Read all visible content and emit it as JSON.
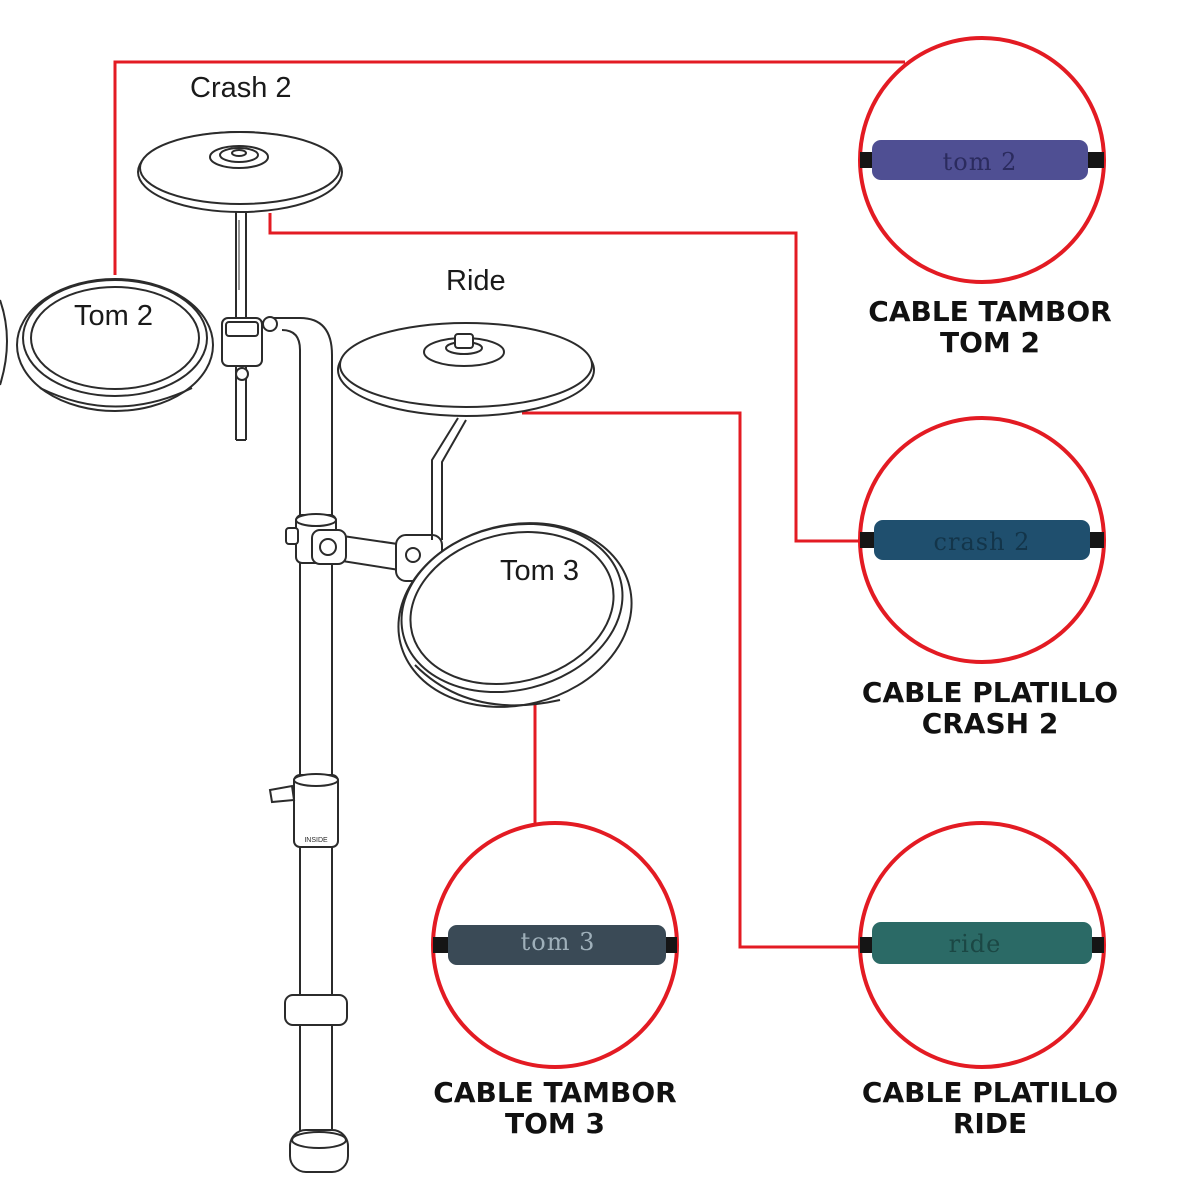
{
  "colors": {
    "connector": "#e31b23",
    "outline": "#2b2b2b",
    "sleeve_tom2": "#4f4f93",
    "sleeve_crash2": "#1f4f6e",
    "sleeve_ride": "#2b6a66",
    "sleeve_tom3": "#3a4a56"
  },
  "kit": {
    "crash2_label": "Crash 2",
    "ride_label": "Ride",
    "tom2_label": "Tom 2",
    "tom3_label": "Tom 3",
    "clamp_text": "INSIDE"
  },
  "callouts": {
    "tom2": {
      "sleeve_text": "tom 2",
      "line1": "CABLE TAMBOR",
      "line2": "TOM 2"
    },
    "crash2": {
      "sleeve_text": "crash 2",
      "line1": "CABLE PLATILLO",
      "line2": "CRASH 2"
    },
    "tom3": {
      "sleeve_text": "tom 3",
      "line1": "CABLE TAMBOR",
      "line2": "TOM 3"
    },
    "ride": {
      "sleeve_text": "ride",
      "line1": "CABLE PLATILLO",
      "line2": "RIDE"
    }
  }
}
